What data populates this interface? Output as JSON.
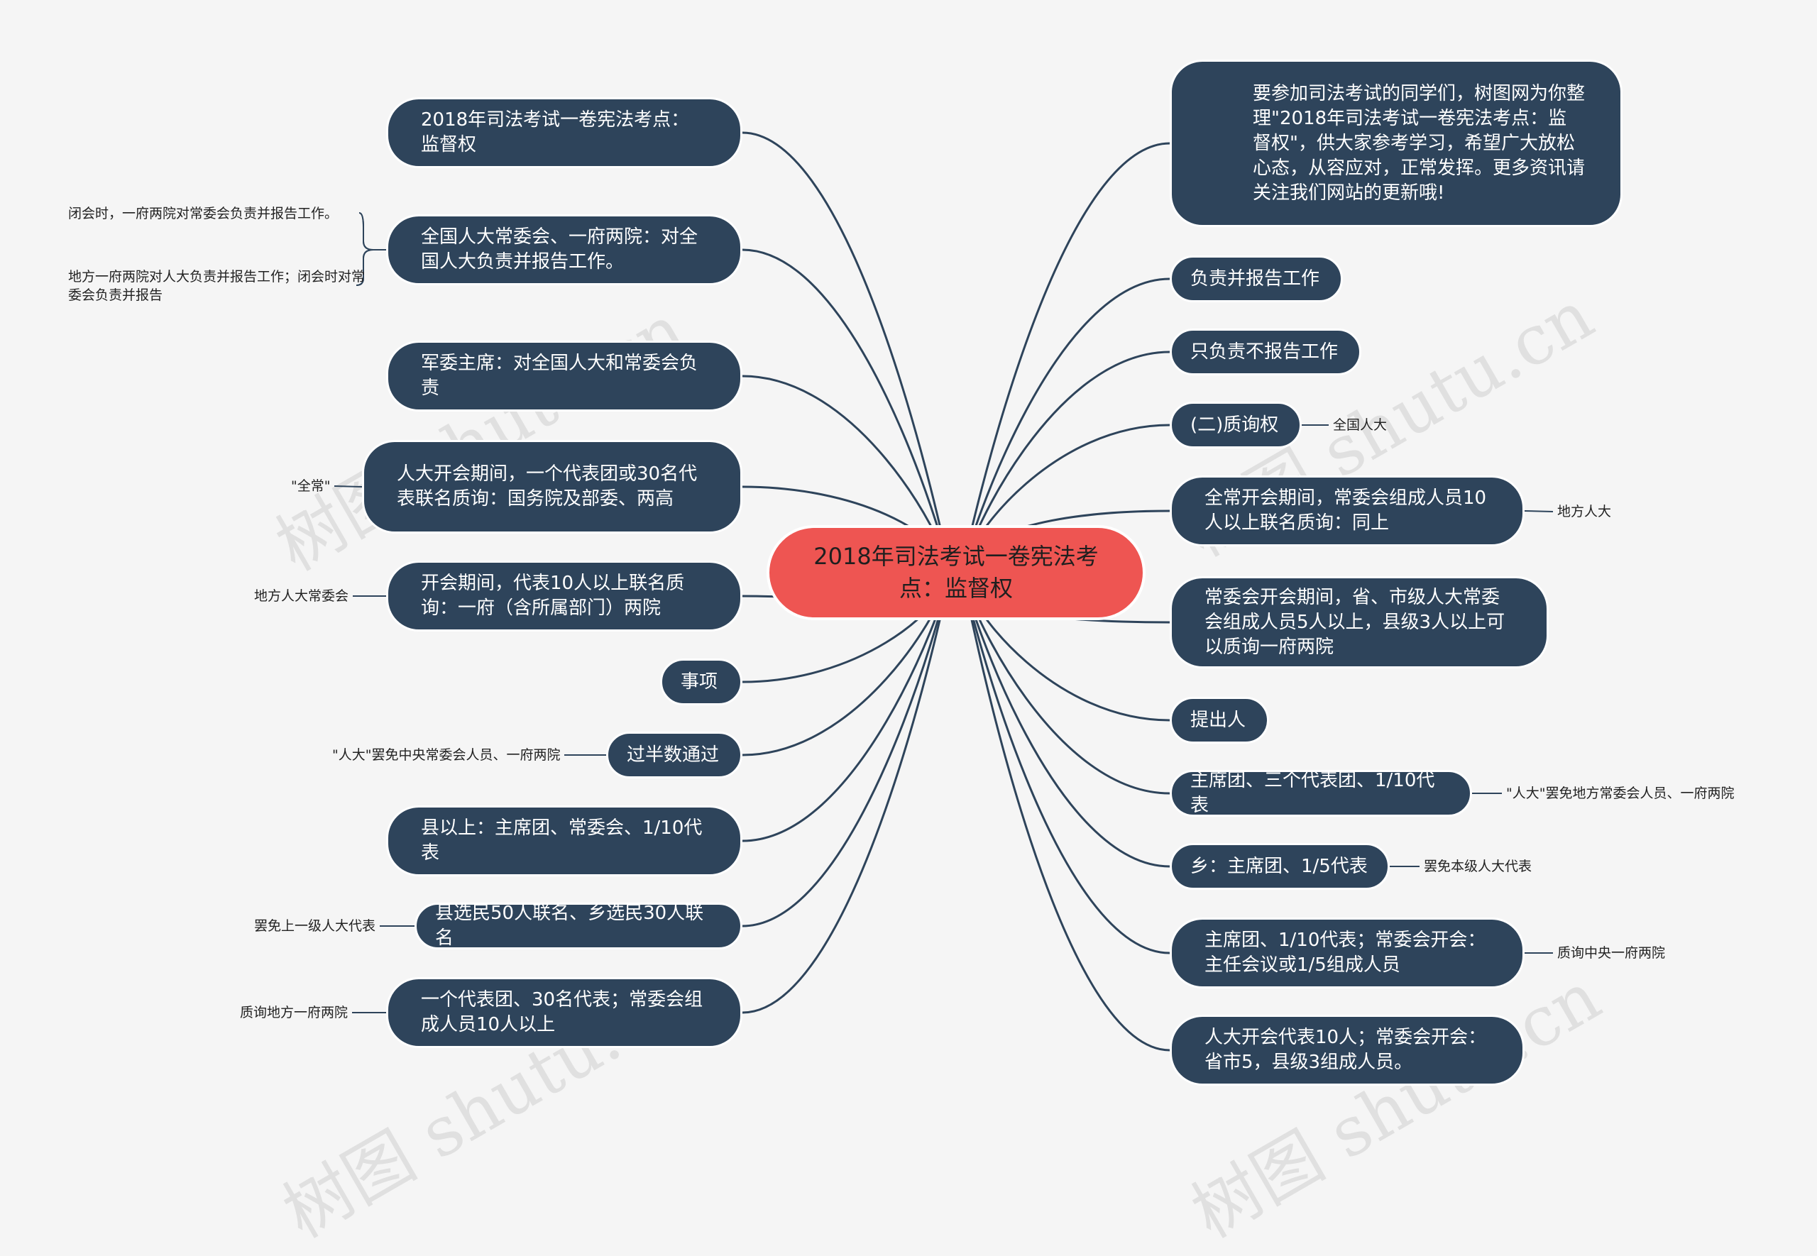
{
  "center": {
    "title": "2018年司法考试一卷宪法考点：监督权"
  },
  "left_nodes": [
    {
      "id": "l1",
      "text": "2018年司法考试一卷宪法考点：监督权"
    },
    {
      "id": "l2",
      "text": "全国人大常委会、一府两院：对全国人大负责并报告工作。"
    },
    {
      "id": "l3",
      "text": "军委主席：对全国人大和常委会负责"
    },
    {
      "id": "l4",
      "text": "人大开会期间，一个代表团或30名代表联名质询：国务院及部委、两高"
    },
    {
      "id": "l5",
      "text": "开会期间，代表10人以上联名质询：一府（含所属部门）两院"
    },
    {
      "id": "l6",
      "text": "事项"
    },
    {
      "id": "l7",
      "text": "过半数通过"
    },
    {
      "id": "l8",
      "text": "县以上：主席团、常委会、1/10代表"
    },
    {
      "id": "l9",
      "text": "县选民50人联名、乡选民30人联名"
    },
    {
      "id": "l10",
      "text": "一个代表团、30名代表；常委会组成人员10人以上"
    }
  ],
  "right_nodes": [
    {
      "id": "r1",
      "text": "要参加司法考试的同学们，树图网为你整理\"2018年司法考试一卷宪法考点：监督权\"，供大家参考学习，希望广大放松心态，从容应对，正常发挥。更多资讯请关注我们网站的更新哦!"
    },
    {
      "id": "r2",
      "text": "负责并报告工作"
    },
    {
      "id": "r3",
      "text": "只负责不报告工作"
    },
    {
      "id": "r4",
      "text": "(二)质询权"
    },
    {
      "id": "r5",
      "text": "全常开会期间，常委会组成人员10人以上联名质询：同上"
    },
    {
      "id": "r6",
      "text": "常委会开会期间，省、市级人大常委会组成人员5人以上，县级3人以上可以质询一府两院"
    },
    {
      "id": "r7",
      "text": "提出人"
    },
    {
      "id": "r8",
      "text": "主席团、三个代表团、1/10代表"
    },
    {
      "id": "r9",
      "text": "乡：主席团、1/5代表"
    },
    {
      "id": "r10",
      "text": "主席团、1/10代表；常委会开会：主任会议或1/5组成人员"
    },
    {
      "id": "r11",
      "text": "人大开会代表10人；常委会开会：省市5，县级3组成人员。"
    }
  ],
  "leaves": [
    {
      "id": "lf1",
      "parent": "l2",
      "text": "闭会时，一府两院对常委会负责并报告工作。"
    },
    {
      "id": "lf2",
      "parent": "l2",
      "text": "地方一府两院对人大负责并报告工作；闭会时对常委会负责并报告"
    },
    {
      "id": "lf3",
      "parent": "l4",
      "text": "\"全常\""
    },
    {
      "id": "lf4",
      "parent": "l5",
      "text": "地方人大常委会"
    },
    {
      "id": "lf5",
      "parent": "l7",
      "text": "\"人大\"罢免中央常委会人员、一府两院"
    },
    {
      "id": "lf6",
      "parent": "l9",
      "text": "罢免上一级人大代表"
    },
    {
      "id": "lf7",
      "parent": "l10",
      "text": "质询地方一府两院"
    },
    {
      "id": "lf8",
      "parent": "r4",
      "text": "全国人大"
    },
    {
      "id": "lf9",
      "parent": "r5",
      "text": "地方人大"
    },
    {
      "id": "lf10",
      "parent": "r8",
      "text": "\"人大\"罢免地方常委会人员、一府两院"
    },
    {
      "id": "lf11",
      "parent": "r9",
      "text": "罢免本级人大代表"
    },
    {
      "id": "lf12",
      "parent": "r10",
      "text": "质询中央一府两院"
    }
  ],
  "watermark": "树图 shutu.cn",
  "colors": {
    "node": "#2e445b",
    "center": "#ee5552",
    "line": "#2e445b",
    "background": "#f5f5f5"
  }
}
